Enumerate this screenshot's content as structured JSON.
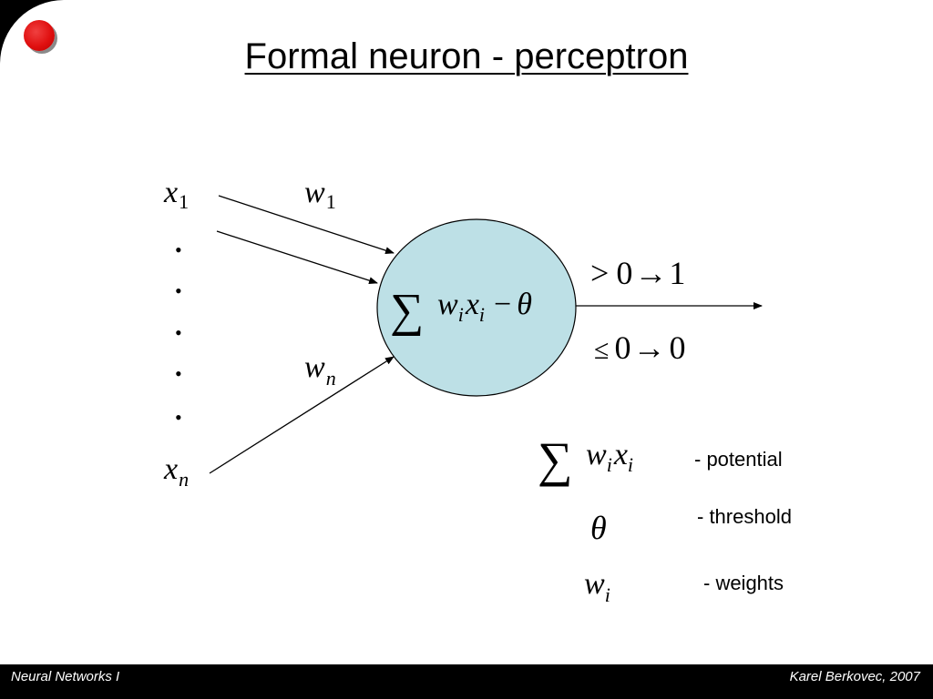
{
  "title": "Formal neuron - perceptron",
  "diagram": {
    "inputs": {
      "first": {
        "base": "x",
        "sub": "1"
      },
      "last": {
        "base": "x",
        "sub": "n"
      },
      "dots": [
        "•",
        "•",
        "•",
        "•",
        "•"
      ]
    },
    "weights": {
      "first": {
        "base": "w",
        "sub": "1"
      },
      "last": {
        "base": "w",
        "sub": "n"
      }
    },
    "neuron": {
      "sum_symbol": "∑",
      "w": "w",
      "x": "x",
      "index": "i",
      "minus": "−",
      "theta": "θ",
      "fill_color": "#bde0e6"
    },
    "output": {
      "rule_positive": {
        "op": ">",
        "value": "0",
        "arrow": "→",
        "result": "1"
      },
      "rule_nonpositive": {
        "op": "≤",
        "value": "0",
        "arrow": "→",
        "result": "0"
      }
    }
  },
  "legend": {
    "potential": {
      "sum_symbol": "∑",
      "w": "w",
      "x": "x",
      "index": "i",
      "text": "- potential"
    },
    "threshold": {
      "symbol": "θ",
      "text": "- threshold"
    },
    "weights": {
      "base": "w",
      "sub": "i",
      "text": "- weights"
    }
  },
  "footer": {
    "left": "Neural Networks I",
    "right": "Karel Berkovec, 2007"
  }
}
